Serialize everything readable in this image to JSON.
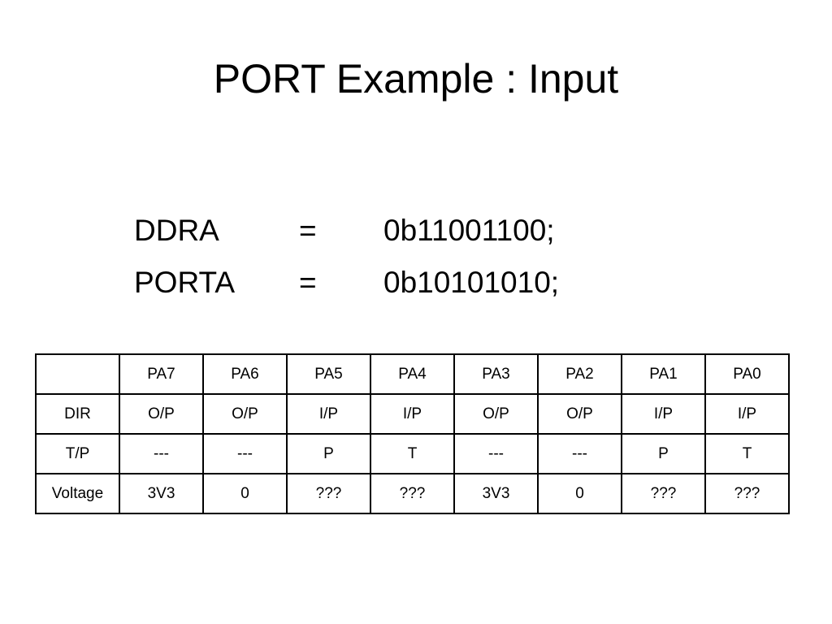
{
  "slide": {
    "title": "PORT Example : Input"
  },
  "code": [
    {
      "register": "DDRA",
      "operator": "=",
      "value": "0b11001100;"
    },
    {
      "register": "PORTA",
      "operator": "=",
      "value": "0b10101010;"
    }
  ],
  "table": {
    "header": [
      "",
      "PA7",
      "PA6",
      "PA5",
      "PA4",
      "PA3",
      "PA2",
      "PA1",
      "PA0"
    ],
    "rows": [
      [
        "DIR",
        "O/P",
        "O/P",
        "I/P",
        "I/P",
        "O/P",
        "O/P",
        "I/P",
        "I/P"
      ],
      [
        "T/P",
        "---",
        "---",
        "P",
        "T",
        "---",
        "---",
        "P",
        "T"
      ],
      [
        "Voltage",
        "3V3",
        "0",
        "???",
        "???",
        "3V3",
        "0",
        "???",
        "???"
      ]
    ]
  }
}
